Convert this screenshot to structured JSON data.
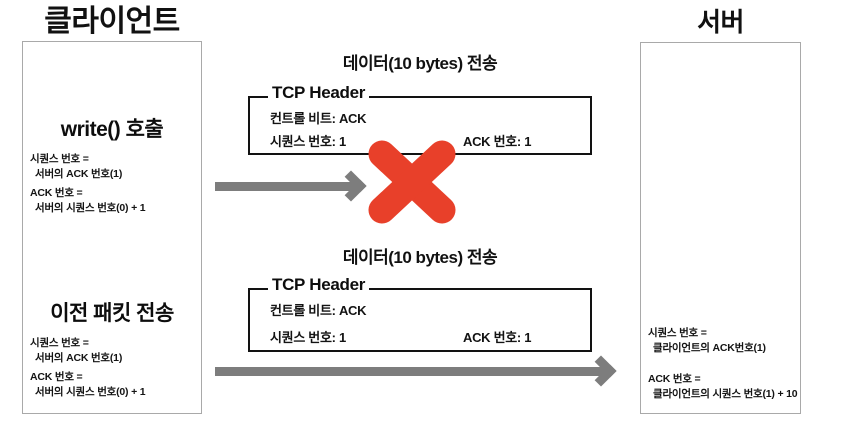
{
  "diagram": {
    "title_client": "클라이언트",
    "title_server": "서버",
    "accent_red": "#e8402a",
    "arrow_gray": "#7d7d7d",
    "panel_border": "#a9a9a9",
    "box_border": "#121212"
  },
  "client": {
    "events": [
      {
        "name": "write-call",
        "title": "write() 호출",
        "note_a_line1": "시퀀스 번호 =",
        "note_a_line2": "서버의 ACK 번호(1)",
        "note_b_line1": "ACK 번호 =",
        "note_b_line2": "서버의 시퀀스 번호(0) + 1"
      },
      {
        "name": "resend-call",
        "title": "이전 패킷 전송",
        "note_a_line1": "시퀀스 번호 =",
        "note_a_line2": "서버의 ACK 번호(1)",
        "note_b_line1": "ACK 번호 =",
        "note_b_line2": "서버의 시퀀스 번호(0) + 1"
      }
    ]
  },
  "server": {
    "note_a_line1": "시퀀스 번호 =",
    "note_a_line2": "클라이언트의 ACK번호(1)",
    "note_b_line1": "ACK 번호 =",
    "note_b_line2": "클라이언트의 시퀀스 번호(1) + 10"
  },
  "transfers": [
    {
      "caption": "데이터(10 bytes) 전송",
      "header_legend": "TCP Header",
      "control_bit": "컨트롤 비트: ACK",
      "sequence_number": "시퀀스 번호: 1",
      "ack_number": "ACK 번호: 1",
      "status": "dropped",
      "status_icon": "red-x-icon"
    },
    {
      "caption": "데이터(10 bytes) 전송",
      "header_legend": "TCP Header",
      "control_bit": "컨트롤 비트: ACK",
      "sequence_number": "시퀀스 번호: 1",
      "ack_number": "ACK 번호: 1",
      "status": "delivered",
      "status_icon": "arrow-right-icon"
    }
  ]
}
